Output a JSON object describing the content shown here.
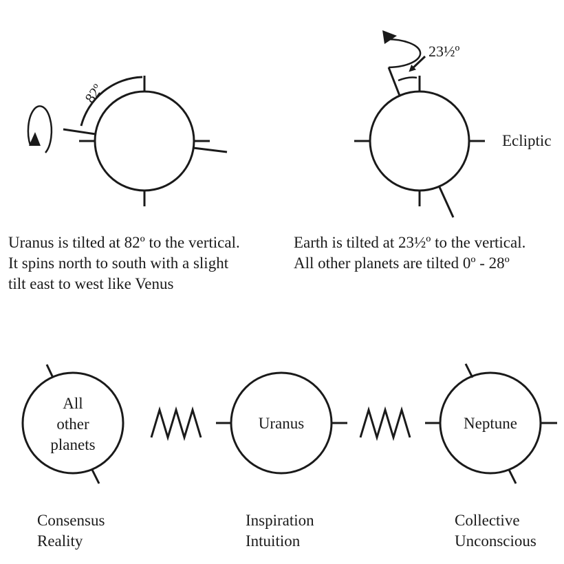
{
  "top": {
    "uranus": {
      "angle_label": "82º",
      "caption": [
        "Uranus is tilted at 82º to the vertical.",
        "It spins north to south with a slight",
        "tilt east to west like Venus"
      ]
    },
    "earth": {
      "angle_label": "23½º",
      "ecliptic_label": "Ecliptic",
      "caption": [
        "Earth is tilted at 23½º to the vertical.",
        "All other planets are tilted 0º - 28º"
      ]
    }
  },
  "bottom": {
    "nodes": [
      {
        "label_lines": [
          "All",
          "other",
          "planets"
        ],
        "caption": [
          "Consensus",
          "Reality"
        ]
      },
      {
        "label_lines": [
          "Uranus"
        ],
        "caption": [
          "Inspiration",
          "Intuition"
        ]
      },
      {
        "label_lines": [
          "Neptune"
        ],
        "caption": [
          "Collective",
          "Unconscious"
        ]
      }
    ]
  },
  "colors": {
    "stroke": "#1a1a1a",
    "background": "#ffffff"
  }
}
